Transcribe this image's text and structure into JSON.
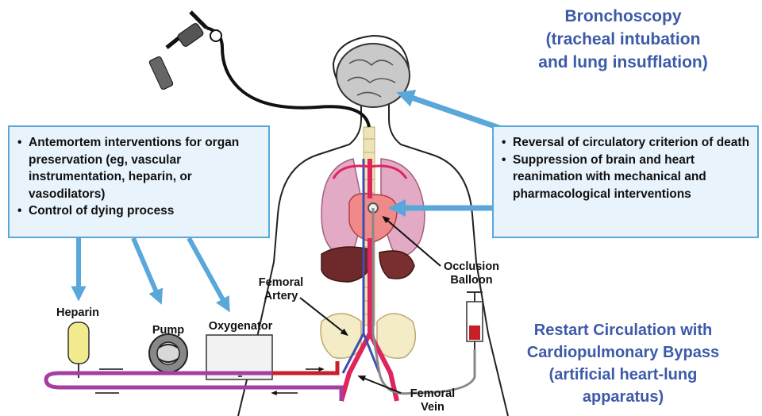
{
  "titles": {
    "bronchoscopy": [
      "Bronchoscopy",
      "(tracheal intubation",
      "and lung insufflation)"
    ],
    "restart": [
      "Restart Circulation with",
      "Cardiopulmonary Bypass",
      "(artificial heart-lung",
      "apparatus)"
    ]
  },
  "left_box": {
    "items": [
      "Antemortem interventions for organ preservation (eg, vascular instrumentation, heparin, or vasodilators)",
      "Control of dying process"
    ]
  },
  "right_box": {
    "items": [
      "Reversal of circulatory criterion of death",
      "Suppression of brain and heart reanimation with mechanical and pharmacological interventions"
    ]
  },
  "labels": {
    "heparin": "Heparin",
    "pump": "Pump",
    "oxygenator": "Oxygenator",
    "femoral_artery": [
      "Femoral",
      "Artery"
    ],
    "femoral_vein": [
      "Femoral",
      "Vein"
    ],
    "occlusion_balloon": [
      "Occlusion",
      "Balloon"
    ]
  },
  "colors": {
    "title_blue": "#3c5aa8",
    "arrow_blue": "#5aa7da",
    "box_fill": "#e8f3fb",
    "artery_red": "#e0245e",
    "vein_blue": "#3b4fb0",
    "circuit_venous": "#a33fa0",
    "circuit_arterial": "#c8202a"
  }
}
